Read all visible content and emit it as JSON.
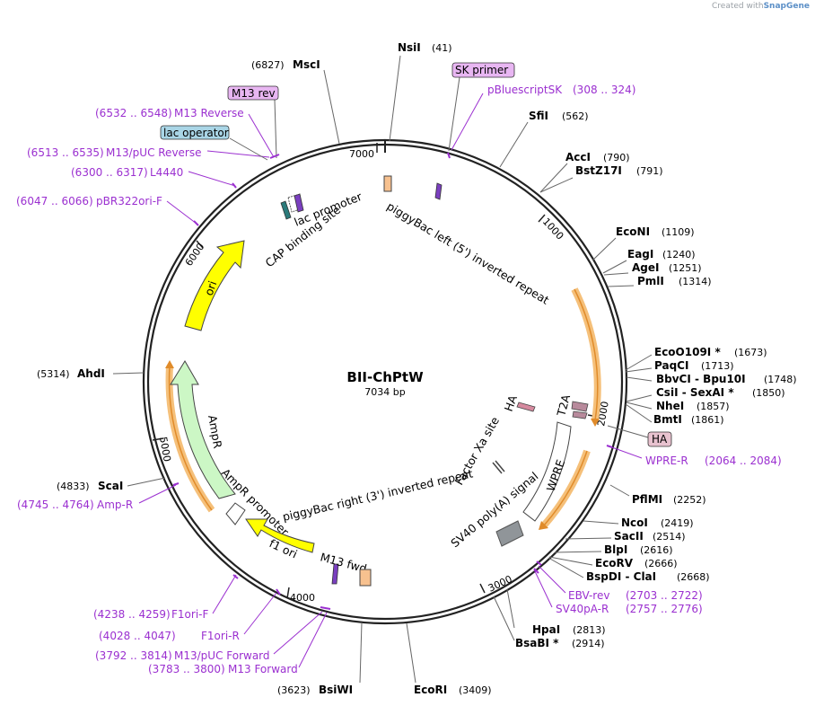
{
  "credit": {
    "prefix": "Created with",
    "brand": "SnapGene"
  },
  "plasmid": {
    "name": "BII-ChPtW",
    "length_label": "7034 bp",
    "length": 7034
  },
  "ticks": [
    "1000",
    "2000",
    "3000",
    "4000",
    "5000",
    "6000",
    "7000"
  ],
  "enzymes": [
    {
      "name": "NsiI",
      "pos": "(41)"
    },
    {
      "name": "SfiI",
      "pos": "(562)"
    },
    {
      "name": "AccI",
      "pos": "(790)"
    },
    {
      "name": "BstZ17I",
      "pos": "(791)"
    },
    {
      "name": "EcoNI",
      "pos": "(1109)"
    },
    {
      "name": "EagI",
      "pos": "(1240)"
    },
    {
      "name": "AgeI",
      "pos": "(1251)"
    },
    {
      "name": "PmlI",
      "pos": "(1314)"
    },
    {
      "name": "EcoO109I *",
      "pos": "(1673)"
    },
    {
      "name": "PaqCI",
      "pos": "(1713)"
    },
    {
      "name": "BbvCI - Bpu10I",
      "pos": "(1748)"
    },
    {
      "name": "CsiI - SexAI *",
      "pos": "(1850)"
    },
    {
      "name": "NheI",
      "pos": "(1857)"
    },
    {
      "name": "BmtI",
      "pos": "(1861)"
    },
    {
      "name": "PflMI",
      "pos": "(2252)"
    },
    {
      "name": "NcoI",
      "pos": "(2419)"
    },
    {
      "name": "SacII",
      "pos": "(2514)"
    },
    {
      "name": "BlpI",
      "pos": "(2616)"
    },
    {
      "name": "EcoRV",
      "pos": "(2666)"
    },
    {
      "name": "BspDI - ClaI",
      "pos": "(2668)"
    },
    {
      "name": "HpaI",
      "pos": "(2813)"
    },
    {
      "name": "BsaBI *",
      "pos": "(2914)"
    },
    {
      "name": "EcoRI",
      "pos": "(3409)"
    },
    {
      "name": "BsiWI",
      "pos": "(3623)"
    },
    {
      "name": "ScaI",
      "pos": "(4833)"
    },
    {
      "name": "AhdI",
      "pos": "(5314)"
    },
    {
      "name": "MscI",
      "pos": "(6827)"
    }
  ],
  "primers": [
    {
      "name": "pBluescriptSK",
      "pos": "(308 .. 324)"
    },
    {
      "name": "WPRE-R",
      "pos": "(2064 .. 2084)"
    },
    {
      "name": "EBV-rev",
      "pos": "(2703 .. 2722)"
    },
    {
      "name": "SV40pA-R",
      "pos": "(2757 .. 2776)"
    },
    {
      "name": "M13 Forward",
      "pos": "(3783 .. 3800)"
    },
    {
      "name": "M13/pUC Forward",
      "pos": "(3792 .. 3814)"
    },
    {
      "name": "F1ori-R",
      "pos": "(4028 .. 4047)"
    },
    {
      "name": "F1ori-F",
      "pos": "(4238 .. 4259)"
    },
    {
      "name": "Amp-R",
      "pos": "(4745 .. 4764)"
    },
    {
      "name": "pBR322ori-F",
      "pos": "(6047 .. 6066)"
    },
    {
      "name": "L4440",
      "pos": "(6300 .. 6317)"
    },
    {
      "name": "M13/pUC Reverse",
      "pos": "(6513 .. 6535)"
    },
    {
      "name": "M13 Reverse",
      "pos": "(6532 .. 6548)"
    }
  ],
  "boxed_labels": [
    "SK primer",
    "HA",
    "M13 rev",
    "lac operator"
  ],
  "features": [
    "piggyBac left (5') inverted repeat",
    "lac promoter",
    "CAP binding site",
    "ori",
    "AmpR",
    "AmpR promoter",
    "f1 ori",
    "M13 fwd",
    "piggyBac right (3') inverted repeat",
    "SV40 poly(A) signal",
    "WPRE",
    "Factor Xa site",
    "HA",
    "T2A"
  ],
  "colors": {
    "backbone": "#222222",
    "enzyme_line": "#555555",
    "primer": "#9b30d0",
    "ori": "#ffff00",
    "ampr": "#ccf7c5",
    "orf_highlight": "#f5c07a",
    "lac_operator_box": "#a9d5e6",
    "primer_box": "#e8b6f2",
    "ha_box": "#e8c2cf",
    "repeat_box": "#f7c18f",
    "sv40": "#909599"
  }
}
